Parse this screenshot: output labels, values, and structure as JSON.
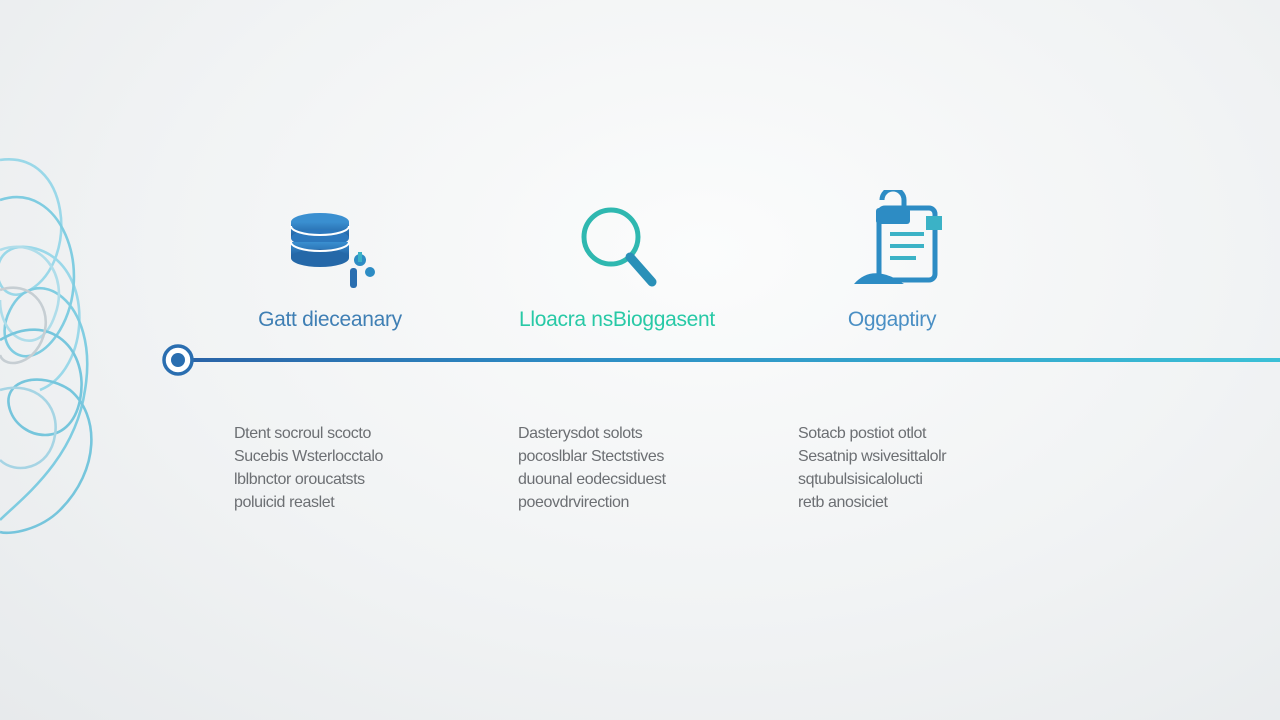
{
  "colors": {
    "navy": "#2a62a6",
    "blue": "#2d8cc4",
    "teal": "#3bb2c6",
    "green": "#28c9a6",
    "text_gray": "#6c6f73"
  },
  "steps": [
    {
      "title": "Gatt dieceanary",
      "title_color": "#3f7fb4",
      "icon": "database-icon",
      "desc": [
        "Dtent socroul scocto",
        "Sucebis Wsterlocctalo",
        "lblbnctor oroucatsts",
        "poluicid reaslet"
      ]
    },
    {
      "title": "Lloacra nsBioggasent",
      "title_color": "#28c9a6",
      "icon": "magnifier-icon",
      "desc": [
        "Dasterysdot solots",
        "pocoslblar Stectstives",
        "duounal eodecsiduest",
        "poeovdrvirection"
      ]
    },
    {
      "title": "Oggaptiry",
      "title_color": "#4a8fc4",
      "icon": "clipboard-lock-icon",
      "desc": [
        "Sotacb postiot otlot",
        "Sesatnip wsivesittalolr",
        "sqtubulsisicalolucti",
        "retb anosiciet"
      ]
    }
  ]
}
